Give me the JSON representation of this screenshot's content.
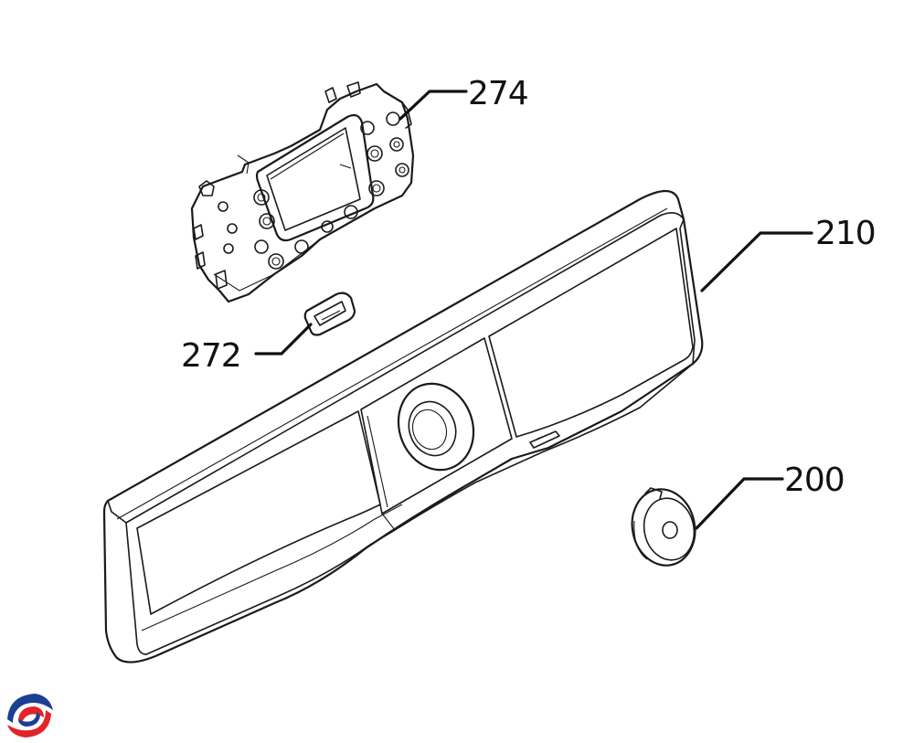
{
  "parts": [
    {
      "number": "274",
      "name": "control-board"
    },
    {
      "number": "272",
      "name": "clip"
    },
    {
      "number": "210",
      "name": "control-panel"
    },
    {
      "number": "200",
      "name": "knob"
    }
  ],
  "logo": {
    "icon": "brand-swirl-icon",
    "colors": [
      "#1b3f95",
      "#e2232a"
    ]
  }
}
